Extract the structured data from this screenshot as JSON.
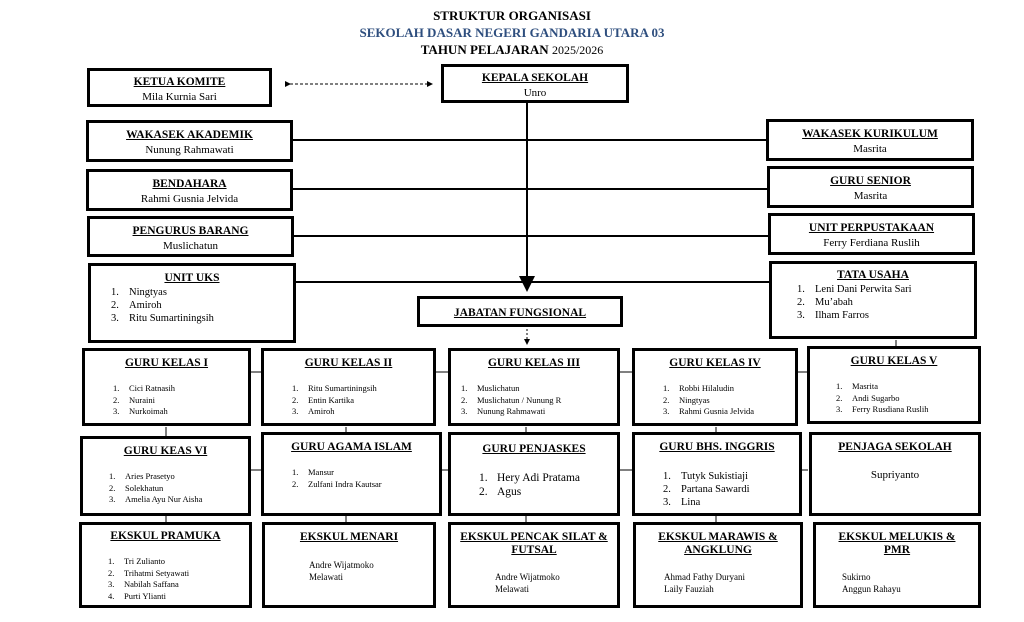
{
  "header": {
    "line1": "STRUKTUR ORGANISASI",
    "line2": "SEKOLAH DASAR NEGERI GANDARIA UTARA 03",
    "line3": "TAHUN PELAJARAN",
    "year": "2025/2026",
    "color_line2": "#2e4e7e"
  },
  "kepala": {
    "title": "KEPALA SEKOLAH",
    "name": "Unro"
  },
  "komite": {
    "title": "KETUA KOMITE",
    "name": "Mila Kurnia Sari"
  },
  "left": [
    {
      "title": "WAKASEK AKADEMIK",
      "name": "Nunung Rahmawati"
    },
    {
      "title": "BENDAHARA",
      "name": "Rahmi Gusnia Jelvida"
    },
    {
      "title": "PENGURUS BARANG",
      "name": "Muslichatun"
    }
  ],
  "uks": {
    "title": "UNIT UKS",
    "members": [
      "Ningtyas",
      "Amiroh",
      "Ritu Sumartiningsih"
    ]
  },
  "right": [
    {
      "title": "WAKASEK KURIKULUM",
      "name": "Masrita"
    },
    {
      "title": "GURU SENIOR",
      "name": "Masrita"
    },
    {
      "title": "UNIT PERPUSTAKAAN",
      "name": "Ferry Ferdiana Ruslih"
    }
  ],
  "tu": {
    "title": "TATA USAHA",
    "members": [
      "Leni Dani Perwita Sari",
      "Mu’abah",
      "Ilham Farros"
    ]
  },
  "fungsional": {
    "title": "JABATAN FUNGSIONAL"
  },
  "row1": [
    {
      "title": "GURU KELAS  I",
      "members": [
        "Cici Ratnasih",
        "Nuraini",
        "Nurkoimah"
      ]
    },
    {
      "title": "GURU KELAS  II",
      "members": [
        "Ritu Sumartiningsih",
        "Entin Kartika",
        "Amiroh"
      ]
    },
    {
      "title": "GURU KELAS III",
      "members": [
        "Muslichatun",
        "Muslichatun / Nunung R",
        "Nunung Rahmawati"
      ]
    },
    {
      "title": "GURU KELAS IV",
      "members": [
        "Robbi Hilaludin",
        "Ningtyas",
        "Rahmi Gusnia Jelvida"
      ]
    },
    {
      "title": "GURU KELAS V",
      "members": [
        "Masrita",
        "Andi Sugarbo",
        "Ferry Rusdiana Ruslih"
      ]
    }
  ],
  "row2": [
    {
      "title": "GURU KEAS VI",
      "members": [
        "Aries Prasetyo",
        "Solekhatun",
        "Amelia Ayu Nur Aisha"
      ]
    },
    {
      "title": "GURU AGAMA ISLAM",
      "members": [
        "Mansur",
        "Zulfani Indra Kautsar"
      ]
    },
    {
      "title": "GURU PENJASKES",
      "members": [
        "Hery Adi Pratama",
        "Agus"
      ]
    },
    {
      "title": "GURU BHS. INGGRIS",
      "members": [
        "Tutyk Sukistiaji",
        "Partana Sawardi",
        "Lina"
      ]
    },
    {
      "title": "PENJAGA SEKOLAH",
      "name": "Supriyanto"
    }
  ],
  "row3": [
    {
      "title": "EKSKUL PRAMUKA",
      "members": [
        "Tri Zulianto",
        "Trihatmi Setyawati",
        "Nabilah Saffana",
        "Purti Ylianti"
      ]
    },
    {
      "title": "EKSKUL MENARI",
      "names": [
        "Andre Wijatmoko",
        "Melawati"
      ]
    },
    {
      "title": "EKSKUL PENCAK SILAT & FUTSAL",
      "names": [
        "Andre Wijatmoko",
        "Melawati"
      ]
    },
    {
      "title": "EKSKUL MARAWIS & ANGKLUNG",
      "names": [
        "Ahmad Fathy Duryani",
        "Laily Fauziah"
      ]
    },
    {
      "title": "EKSKUL MELUKIS & PMR",
      "names": [
        "Sukirno",
        "Anggun Rahayu"
      ]
    }
  ]
}
